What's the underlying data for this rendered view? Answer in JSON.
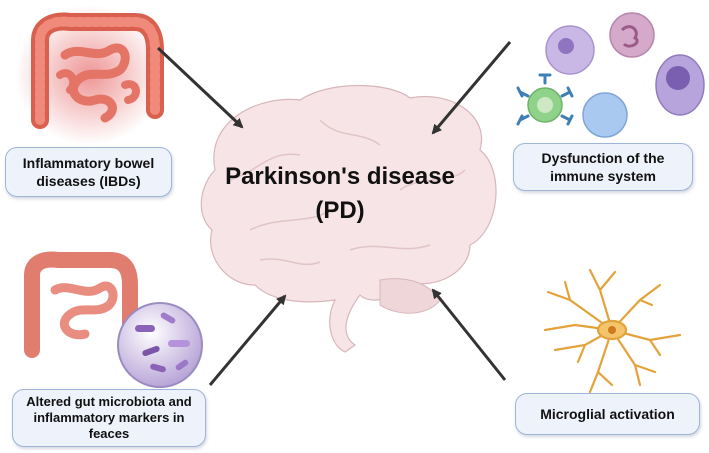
{
  "center": {
    "title_line1": "Parkinson's disease",
    "title_line2": "(PD)"
  },
  "factors": {
    "ibd": {
      "line1": "Inflammatory bowel",
      "line2": "diseases (IBDs)"
    },
    "immune": {
      "line1": "Dysfunction of the",
      "line2": "immune system"
    },
    "gut": {
      "line1": "Altered gut microbiota and",
      "line2": "inflammatory markers in",
      "line3": "feaces"
    },
    "microglia": {
      "line1": "Microglial activation"
    }
  },
  "colors": {
    "arrow": "#333333",
    "box_fill": "#eef3fb",
    "box_border": "#9fb4d6",
    "brain": "#f7e4e6",
    "intestine": "#e98b7f",
    "inflamed_glow": "#e04040",
    "microglia": "#e8a93c"
  },
  "icons": [
    "inflamed-intestine-icon",
    "immune-cells-icon",
    "gut-microbiota-icon",
    "microglia-cell-icon",
    "brain-icon"
  ]
}
